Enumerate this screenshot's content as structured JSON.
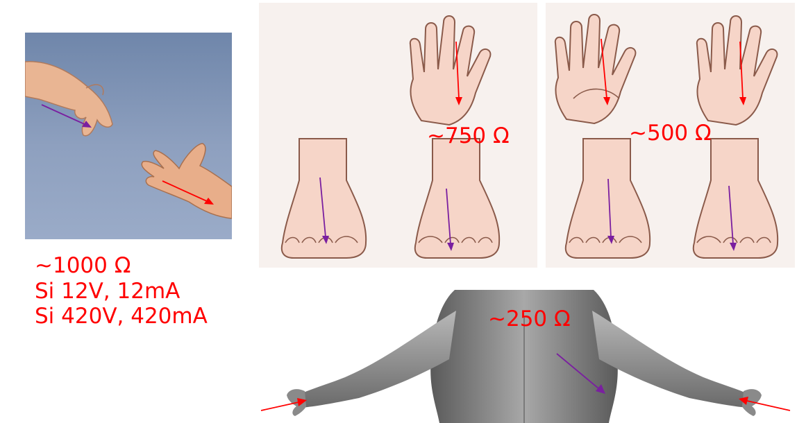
{
  "labels": {
    "hand_to_hand": [
      "~1000 Ω",
      "Si 12V, 12mA",
      "Si 420V, 420mA"
    ],
    "hand_to_foot": "~750 Ω",
    "hands_to_feet": "~500 Ω",
    "arm_to_arm": "~250 Ω"
  },
  "colors": {
    "label_text": "#ff0000",
    "hand_arrow": "#ff0000",
    "foot_arrow": "#7a1fa0",
    "skin": "#f6d5c8",
    "skin_outline": "#8a5a4a",
    "sky": "#7f93b5"
  },
  "icons": [
    "reaching-hands-photo",
    "hand-illustration",
    "foot-illustration",
    "body-back-illustration",
    "current-arrow"
  ]
}
